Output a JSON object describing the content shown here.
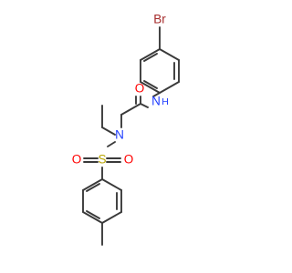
{
  "molecule": {
    "labels": {
      "br": "Br",
      "n_amide": "N",
      "h_amide": "H",
      "o_carbonyl": "O",
      "n_sulfonamide": "N",
      "s": "S",
      "o_sulfonyl_left": "O",
      "o_sulfonyl_right": "O"
    }
  },
  "colors": {
    "bond": "#3a3a3a",
    "bromine": "#a52a2a",
    "nitrogen": "#1e3cff",
    "oxygen": "#ff0000",
    "sulfur": "#b8a400"
  }
}
